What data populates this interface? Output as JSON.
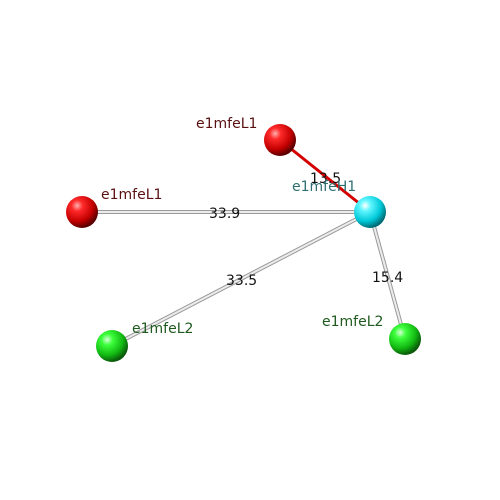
{
  "nodes": [
    {
      "id": "c",
      "label": "e1mfeH1",
      "color": "#00e5ef",
      "label_color": "#2f6f73"
    },
    {
      "id": "r1",
      "label": "e1mfeL1",
      "color": "#e00000",
      "label_color": "#5a1010"
    },
    {
      "id": "r2",
      "label": "e1mfeL1",
      "color": "#e00000",
      "label_color": "#5a1010"
    },
    {
      "id": "g1",
      "label": "e1mfeL2",
      "color": "#19d019",
      "label_color": "#1e5a1e"
    },
    {
      "id": "g2",
      "label": "e1mfeL2",
      "color": "#19d019",
      "label_color": "#1e5a1e"
    }
  ],
  "edges": [
    {
      "from": "c",
      "to": "r1",
      "label": "13.5",
      "color": "#d40000"
    },
    {
      "from": "c",
      "to": "r2",
      "label": "33.9",
      "color": "#c8c8c8"
    },
    {
      "from": "c",
      "to": "g1",
      "label": "33.5",
      "color": "#c8c8c8"
    },
    {
      "from": "c",
      "to": "g2",
      "label": "15.4",
      "color": "#c8c8c8"
    }
  ]
}
